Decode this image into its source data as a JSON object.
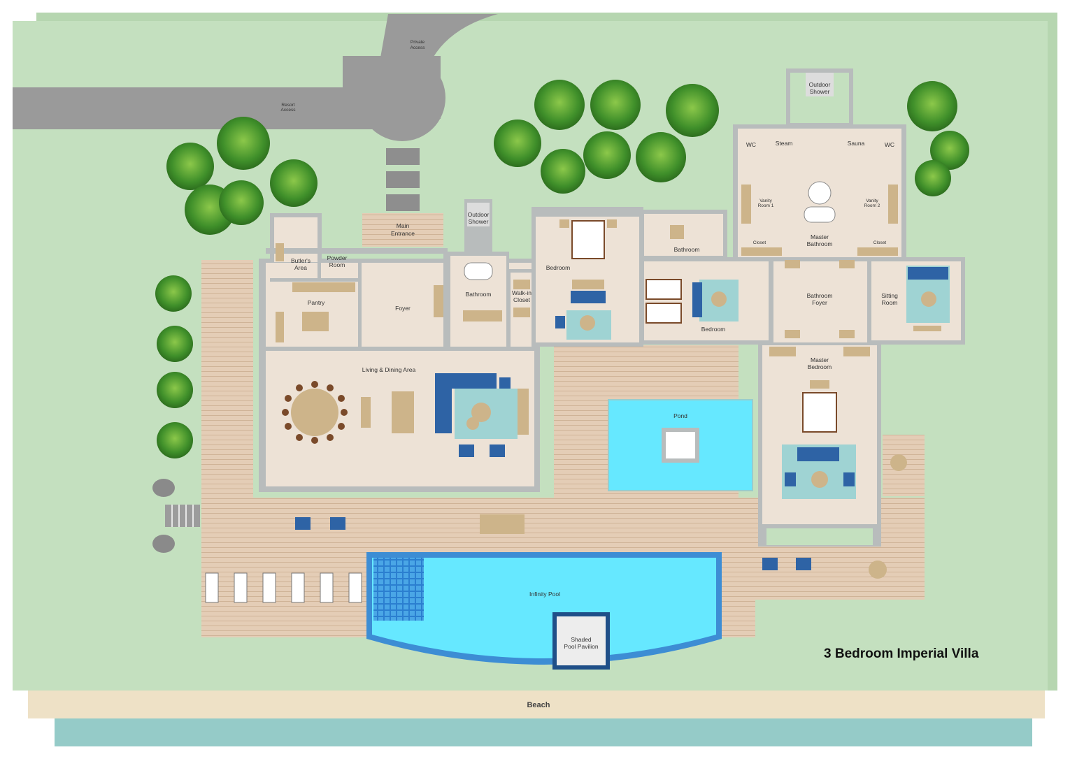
{
  "title": "3 Bedroom Imperial Villa",
  "labels": {
    "private_access": [
      "Private",
      "Access"
    ],
    "resort_access": [
      "Resort",
      "Access"
    ],
    "main_entrance": [
      "Main",
      "Entrance"
    ],
    "outdoor_shower_1": [
      "Outdoor",
      "Shower"
    ],
    "outdoor_shower_2": [
      "Outdoor",
      "Shower"
    ],
    "butlers_area": [
      "Butler's",
      "Area"
    ],
    "powder_room": [
      "Powder",
      "Room"
    ],
    "pantry": "Pantry",
    "foyer": "Foyer",
    "bathroom_1": "Bathroom",
    "walk_in_closet": [
      "Walk-in",
      "Closet"
    ],
    "bedroom_1": "Bedroom",
    "bathroom_2": "Bathroom",
    "bedroom_2": "Bedroom",
    "wc_left": "WC",
    "steam": "Steam",
    "sauna": "Sauna",
    "wc_right": "WC",
    "vanity_room_1": [
      "Vanity",
      "Room 1"
    ],
    "vanity_room_2": [
      "Vanity",
      "Room 2"
    ],
    "master_bathroom": [
      "Master",
      "Bathroom"
    ],
    "closet_left": "Closet",
    "closet_right": "Closet",
    "bathroom_foyer": [
      "Bathroom",
      "Foyer"
    ],
    "sitting_room": [
      "Sitting",
      "Room"
    ],
    "master_bedroom": [
      "Master",
      "Bedroom"
    ],
    "living_dining": "Living & Dining Area",
    "pond": "Pond",
    "infinity_pool": "Infinity Pool",
    "shaded_pavilion": [
      "Shaded",
      "Pool Pavilion"
    ],
    "beach": "Beach"
  },
  "colors": {
    "lawn": "#c3e0bd",
    "road": "#9a9a9a",
    "deck": "#e4cdb6",
    "floor": "#ede2d6",
    "wall": "#b8bcbc",
    "pool": "#66e8ff",
    "pool_edge": "#3d8dd4",
    "rug": "#9fd3d3",
    "furniture": "#cdb48a",
    "sofa_blue": "#2e63a5",
    "tree": "#4e9a2e",
    "sand": "#eee1c6",
    "sea": "#94cbc8"
  }
}
